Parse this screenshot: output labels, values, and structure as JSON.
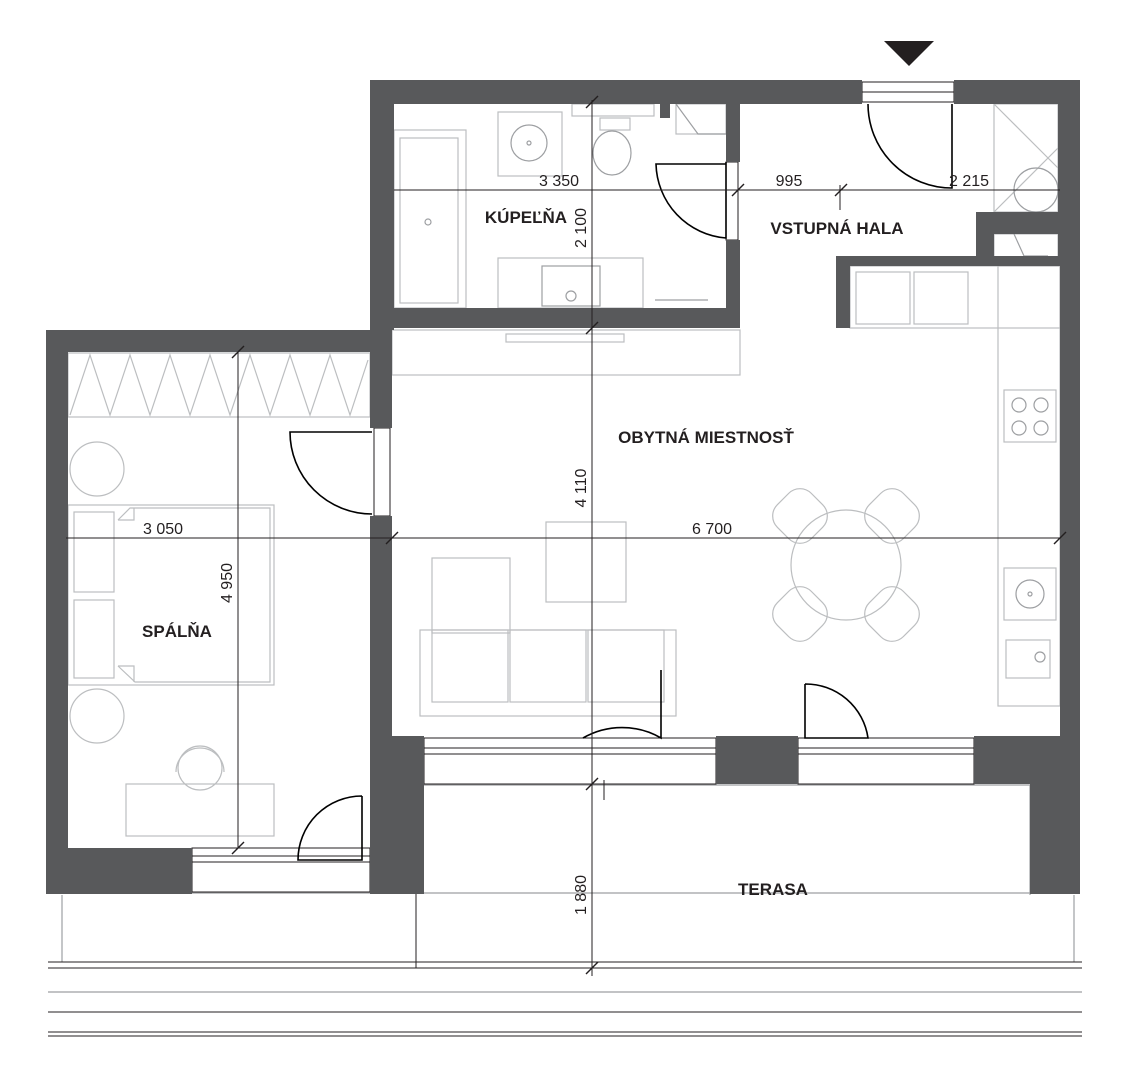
{
  "rooms": {
    "bathroom": "KÚPEĽŇA",
    "hall": "VSTUPNÁ HALA",
    "living": "OBYTNÁ MIESTNOSŤ",
    "bedroom": "SPÁLŇA",
    "terrace": "TERASA"
  },
  "dimensions": {
    "bath_width": "3 350",
    "bath_depth": "2 100",
    "hall_a": "995",
    "hall_b": "2 215",
    "living_depth": "4 110",
    "living_width": "6 700",
    "bed_width": "3 050",
    "bed_depth": "4 950",
    "terrace_depth": "1 880"
  },
  "entrance_marker": "entrance-arrow-icon",
  "colors": {
    "wall": "#58595b",
    "furniture": "#bcbec0",
    "line": "#231f20"
  }
}
